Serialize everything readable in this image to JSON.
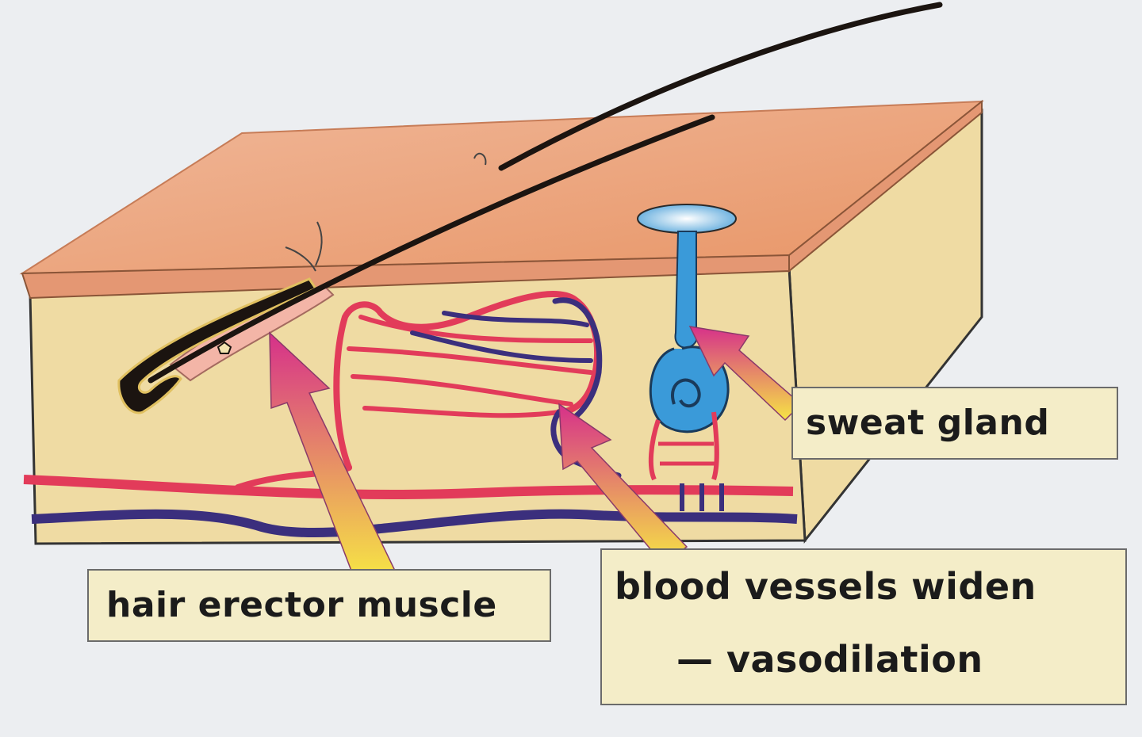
{
  "labels": {
    "hair_erector_muscle": "hair erector muscle",
    "sweat_gland": "sweat gland",
    "blood_vessels_line1": "blood vessels widen",
    "blood_vessels_line2": "— vasodilation"
  },
  "colors": {
    "epidermis": "#e9a07b",
    "dermis": "#efdba3",
    "artery": "#e23b5a",
    "vein": "#3b2f7d",
    "sweat_gland": "#3a9ad9",
    "hair": "#1b1410",
    "arrow_head": "#d6308a",
    "arrow_tail": "#f6e445",
    "label_bg": "#f4edc8"
  }
}
